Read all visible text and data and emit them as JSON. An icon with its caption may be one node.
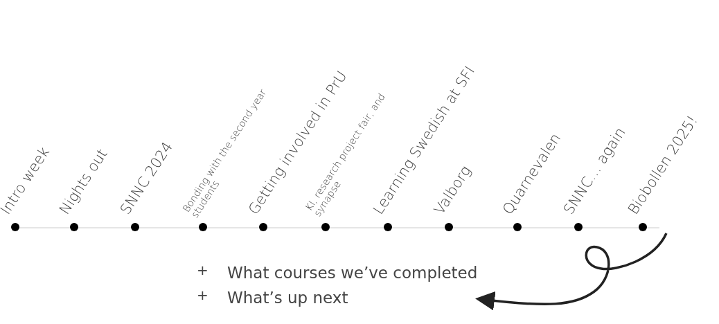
{
  "diagram": {
    "nodes": [
      {
        "text": [
          "Intro week"
        ]
      },
      {
        "text": [
          "Nights out"
        ]
      },
      {
        "text": [
          "SNNC 2024"
        ]
      },
      {
        "text": [
          "Bonding with the second year students"
        ]
      },
      {
        "text": [
          "Getting involved in PrU"
        ]
      },
      {
        "text": [
          "KI, research project fair, and synapse"
        ]
      },
      {
        "text": [
          "Learning Swedish at SFI"
        ]
      },
      {
        "text": [
          "Valborg"
        ]
      },
      {
        "text": [
          "Quarnevalen"
        ]
      },
      {
        "text": [
          "SNNC… again"
        ]
      },
      {
        "text": [
          "Biobollen 2025!"
        ]
      },
      {
        "text": [
          "What courses we’ve completed",
          "What’s up next"
        ]
      }
    ],
    "edges": [
      {
        "from": 0,
        "to": 1,
        "arrow": "none"
      },
      {
        "from": 1,
        "to": 2,
        "arrow": "none"
      },
      {
        "from": 2,
        "to": 3,
        "arrow": "none"
      },
      {
        "from": 3,
        "to": 4,
        "arrow": "none"
      },
      {
        "from": 4,
        "to": 5,
        "arrow": "none"
      },
      {
        "from": 5,
        "to": 6,
        "arrow": "none"
      },
      {
        "from": 6,
        "to": 7,
        "arrow": "none"
      },
      {
        "from": 7,
        "to": 8,
        "arrow": "none"
      },
      {
        "from": 8,
        "to": 9,
        "arrow": "none"
      },
      {
        "from": 9,
        "to": 10,
        "arrow": "none"
      },
      {
        "from": 10,
        "to": 11,
        "arrow": "to",
        "style": "thick",
        "color": "#222222"
      }
    ],
    "labels": [
      "+",
      "+"
    ]
  }
}
